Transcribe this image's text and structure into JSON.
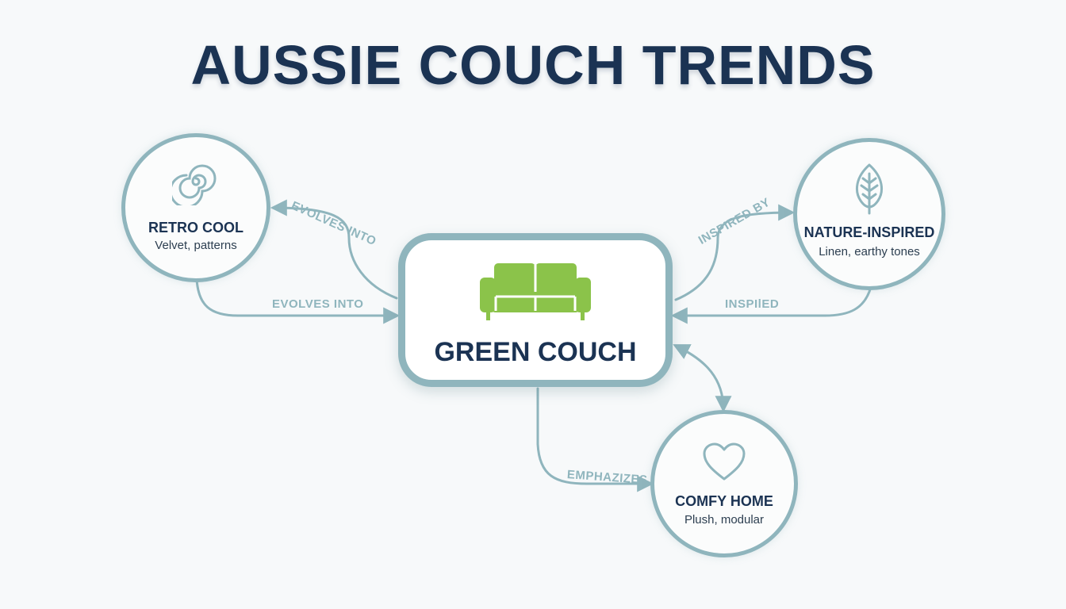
{
  "title": "AUSSIE COUCH TRENDS",
  "center": {
    "label": "GREEN COUCH",
    "icon": "couch-icon",
    "icon_color": "#8bc34a"
  },
  "nodes": {
    "retro": {
      "title": "RETRO COOL",
      "subtitle": "Velvet, patterns",
      "icon": "spiral-icon"
    },
    "nature": {
      "title": "NATURE-INSPIRED",
      "subtitle": "Linen, earthy tones",
      "icon": "leaf-icon"
    },
    "comfy": {
      "title": "COMFY HOME",
      "subtitle": "Plush, modular",
      "icon": "heart-icon"
    }
  },
  "edges": {
    "retro_top": "EVOLVES INTO",
    "retro_bottom": "EVOLVES INTO",
    "nature_top": "INSPIRED BY",
    "nature_bottom": "INSPIlED",
    "comfy": "EMPHAZIZES"
  },
  "colors": {
    "title": "#1b3353",
    "accent": "#8fb5bd",
    "couch": "#8bc34a",
    "background": "#f7f9fa"
  }
}
